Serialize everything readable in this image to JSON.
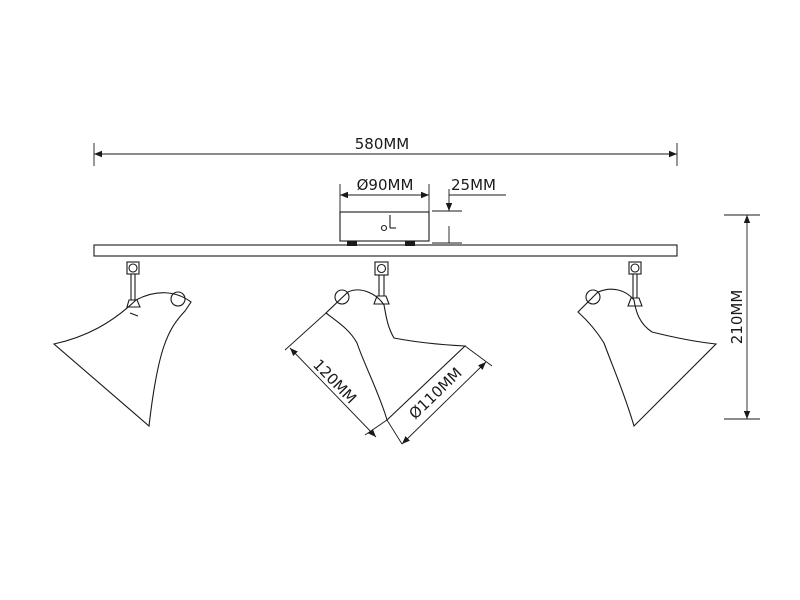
{
  "drawing": {
    "dimensions": {
      "total_width": "580MM",
      "canopy_diameter": "Ø90MM",
      "canopy_height": "25MM",
      "total_height": "210MM",
      "shade_length": "120MM",
      "shade_diameter": "Ø110MM"
    }
  }
}
